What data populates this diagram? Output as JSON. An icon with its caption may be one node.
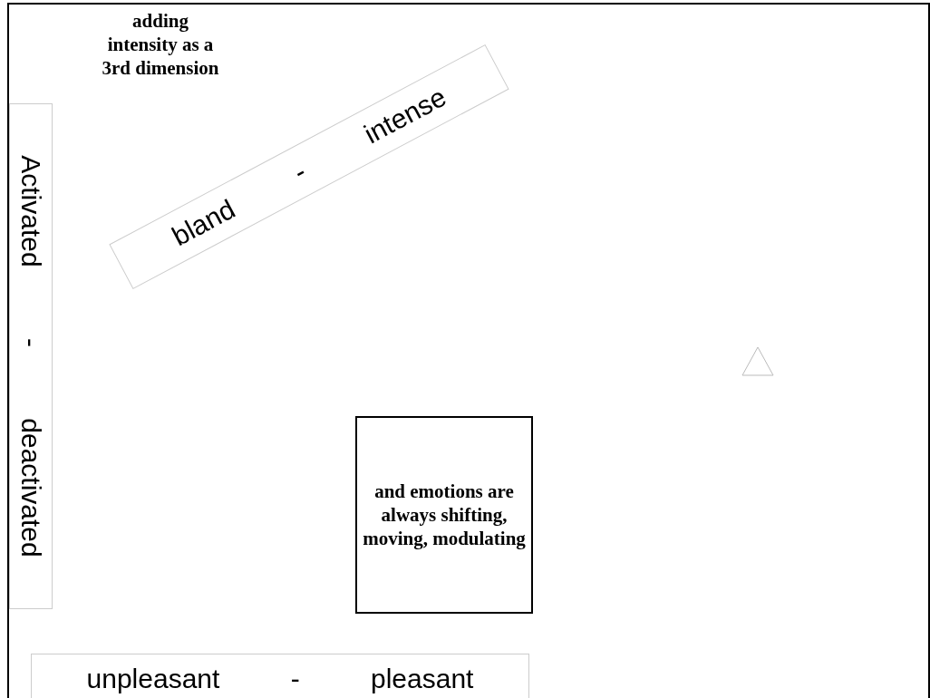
{
  "diagram": {
    "nodes": [
      {
        "text": [
          "Activated - deactivated"
        ]
      },
      {
        "text": [
          "bland - intense"
        ]
      },
      {
        "text": [
          "and emotions are always shifting, moving, modulating"
        ]
      },
      {
        "text": [],
        "shape": "triangle"
      },
      {
        "text": [
          "unpleasant - pleasant"
        ]
      }
    ],
    "labels": [
      "adding intensity as a 3rd dimension"
    ]
  }
}
